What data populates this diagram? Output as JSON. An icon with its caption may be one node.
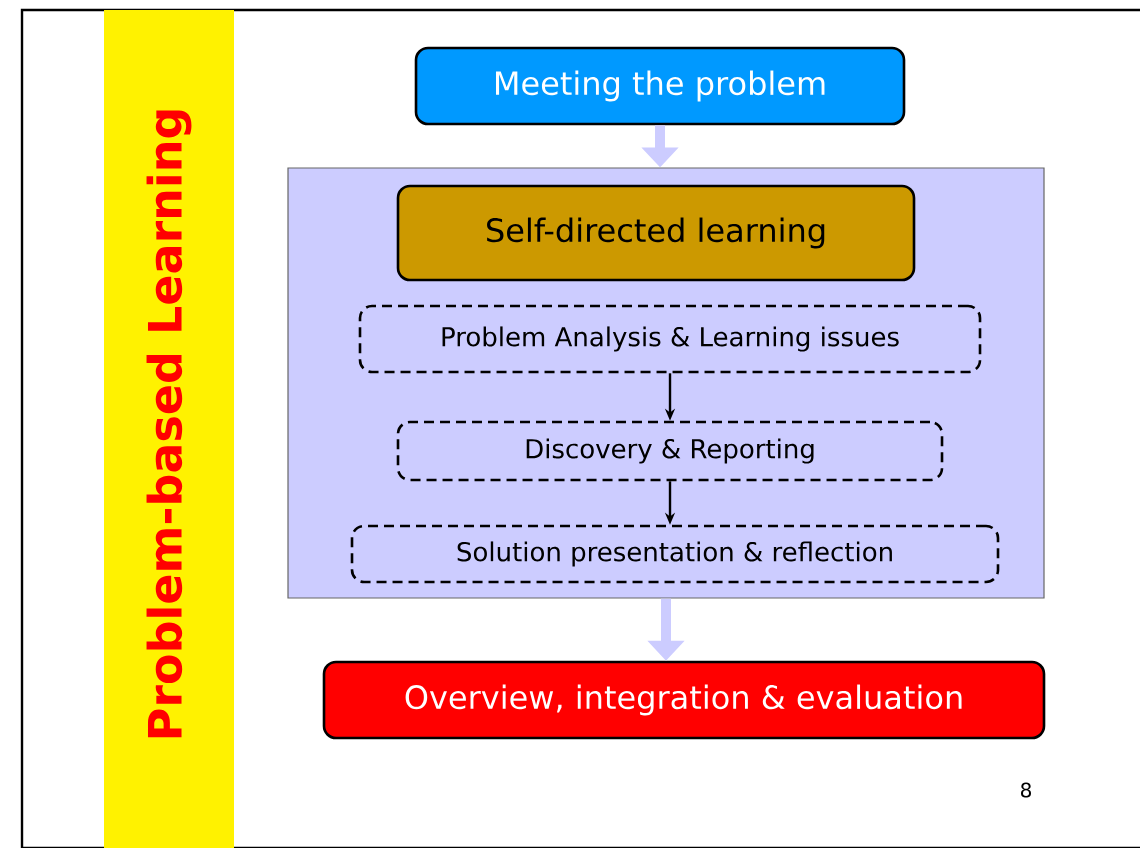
{
  "diagram": {
    "title": "Problem-based Learning",
    "nodes": [
      {
        "text": [
          "Meeting the problem"
        ]
      },
      {
        "text": [],
        "shape": "box"
      },
      {
        "text": [
          "Self-directed learning"
        ],
        "in": 1
      },
      {
        "text": [
          "Problem Analysis & Learning issues"
        ],
        "in": 1
      },
      {
        "text": [
          "Discovery & Reporting"
        ],
        "in": 1
      },
      {
        "text": [
          "Solution presentation & reflection"
        ],
        "in": 1
      },
      {
        "text": [
          "Overview, integration & evaluation"
        ]
      }
    ],
    "edges": [
      {
        "from": 0,
        "to": 1,
        "arrow": "to",
        "style": "thick",
        "color": "#ccccff"
      },
      {
        "from": 3,
        "to": 4,
        "arrow": "to",
        "color": "#000000"
      },
      {
        "from": 4,
        "to": 5,
        "arrow": "to",
        "color": "#000000"
      },
      {
        "from": 1,
        "to": 6,
        "arrow": "to",
        "style": "thick",
        "color": "#ccccff"
      }
    ],
    "labels": [
      "8"
    ]
  }
}
